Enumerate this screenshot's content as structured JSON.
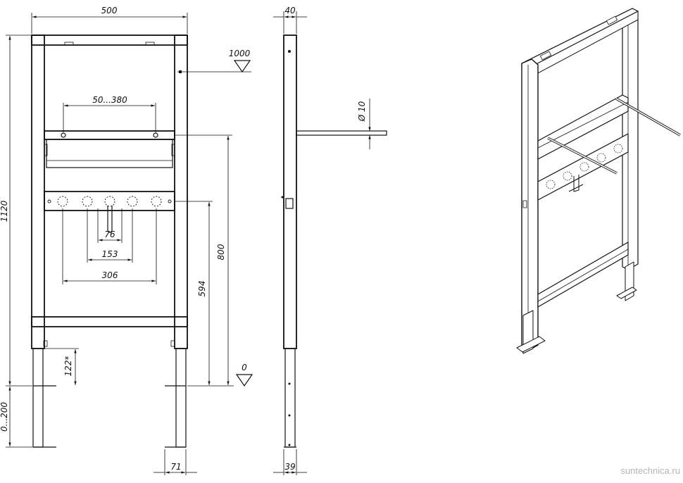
{
  "dimensions": {
    "frame_width": "500",
    "frame_height": "1120",
    "crossbar_span": "50...380",
    "center_76": "76",
    "center_153": "153",
    "center_306": "306",
    "height_800": "800",
    "height_594": "594",
    "foot_offset": "122*",
    "leg_adjust": "0...200",
    "foot_width": "71",
    "side_depth": "40",
    "pipe_diameter": "Ø 10",
    "foot_depth": "39",
    "level_top": "1000",
    "level_zero": "0"
  },
  "watermark": "suntechnica.ru"
}
